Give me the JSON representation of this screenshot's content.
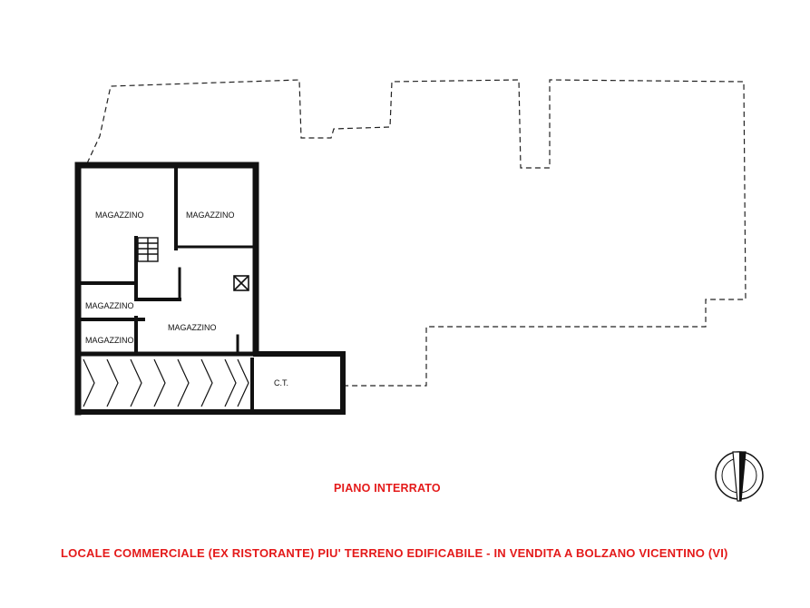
{
  "rooms": {
    "magazzino_1": "MAGAZZINO",
    "magazzino_2": "MAGAZZINO",
    "magazzino_3": "MAGAZZINO",
    "magazzino_4": "MAGAZZINO",
    "magazzino_5": "MAGAZZINO",
    "centrale_termica": "C.T."
  },
  "floor_title": "PIANO INTERRATO",
  "listing_title": "LOCALE COMMERCIALE (EX RISTORANTE) PIU' TERRENO EDIFICABILE - IN VENDITA A BOLZANO VICENTINO (VI)",
  "colors": {
    "caption": "#e41a1a",
    "walls": "#111111",
    "outline": "#222222"
  },
  "icons": {
    "compass": "north-arrow-icon"
  }
}
